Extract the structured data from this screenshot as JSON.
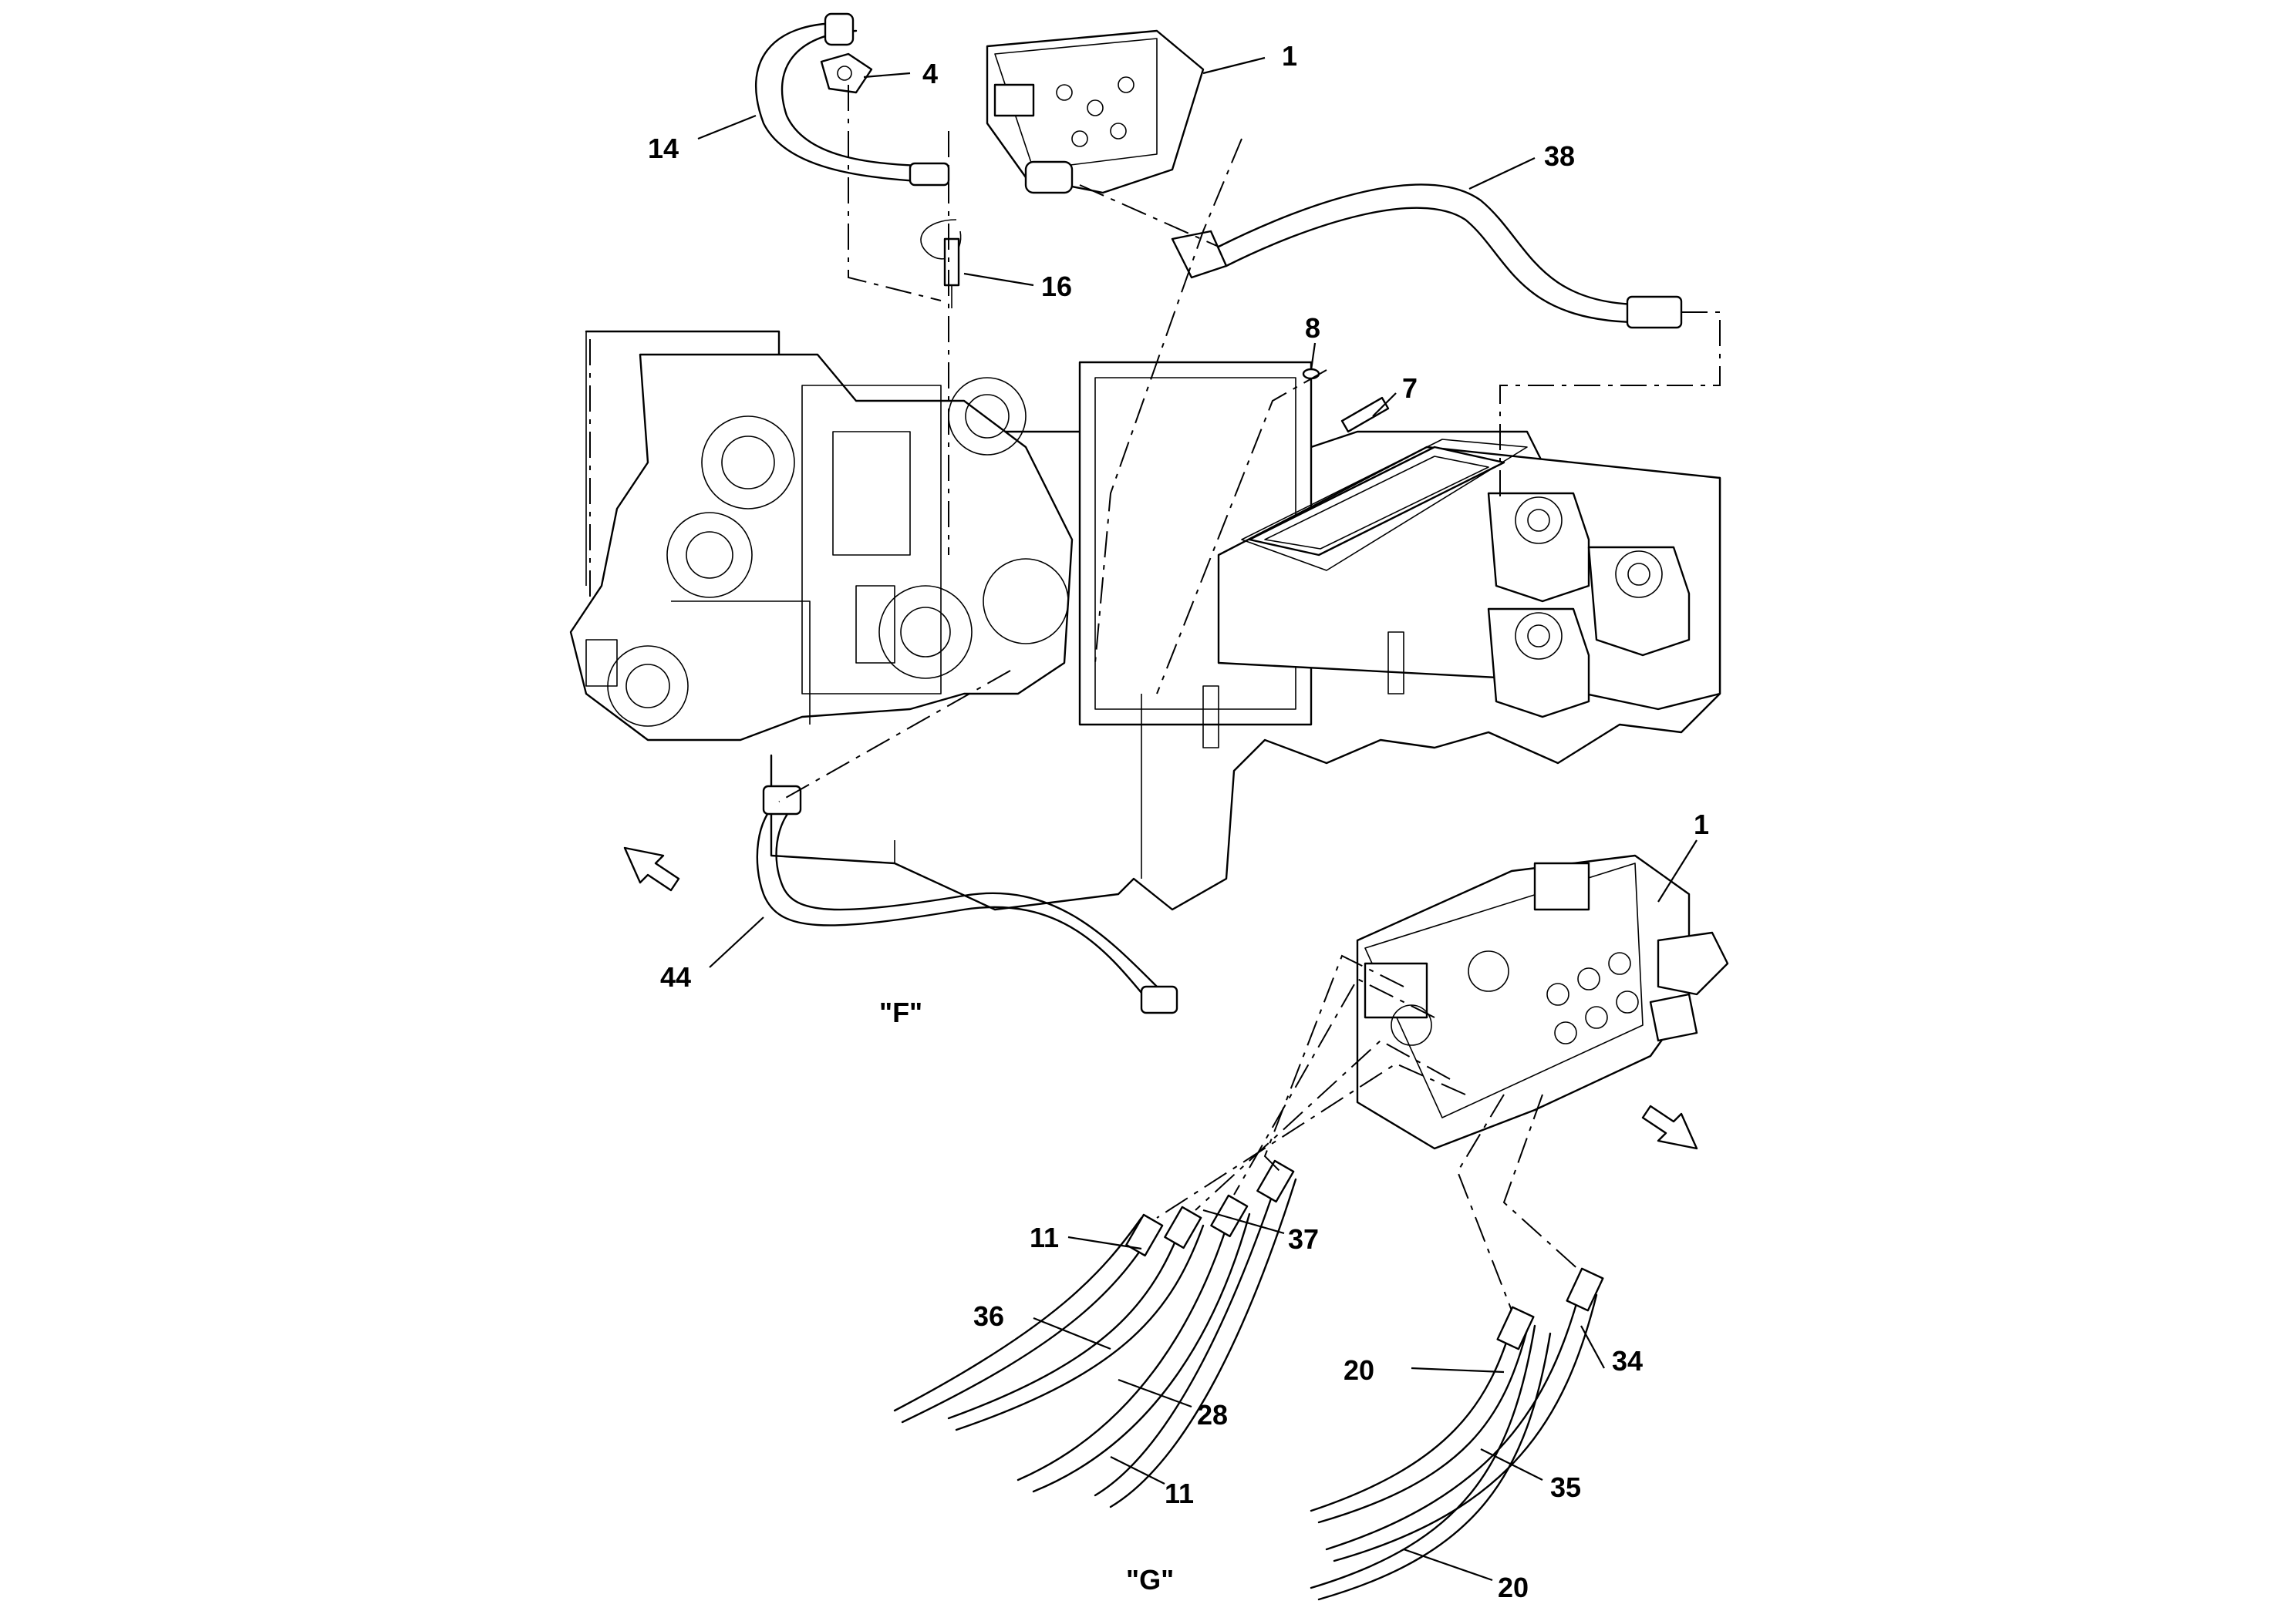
{
  "callouts": {
    "c1_top": "1",
    "c4": "4",
    "c14": "14",
    "c38": "38",
    "c16": "16",
    "c8": "8",
    "c7": "7",
    "c44": "44",
    "c1_bottom": "1",
    "c11_upper": "11",
    "c37": "37",
    "c36": "36",
    "c28": "28",
    "c11_lower": "11",
    "c20_upper": "20",
    "c34": "34",
    "c35": "35",
    "c20_lower": "20"
  },
  "views": {
    "view_f": "\"F\"",
    "view_g": "\"G\""
  },
  "icons": {
    "direction_arrow_left": "arrow-up-left-icon",
    "direction_arrow_right": "arrow-down-right-icon"
  },
  "colors": {
    "line": "#000000",
    "background": "#ffffff"
  }
}
